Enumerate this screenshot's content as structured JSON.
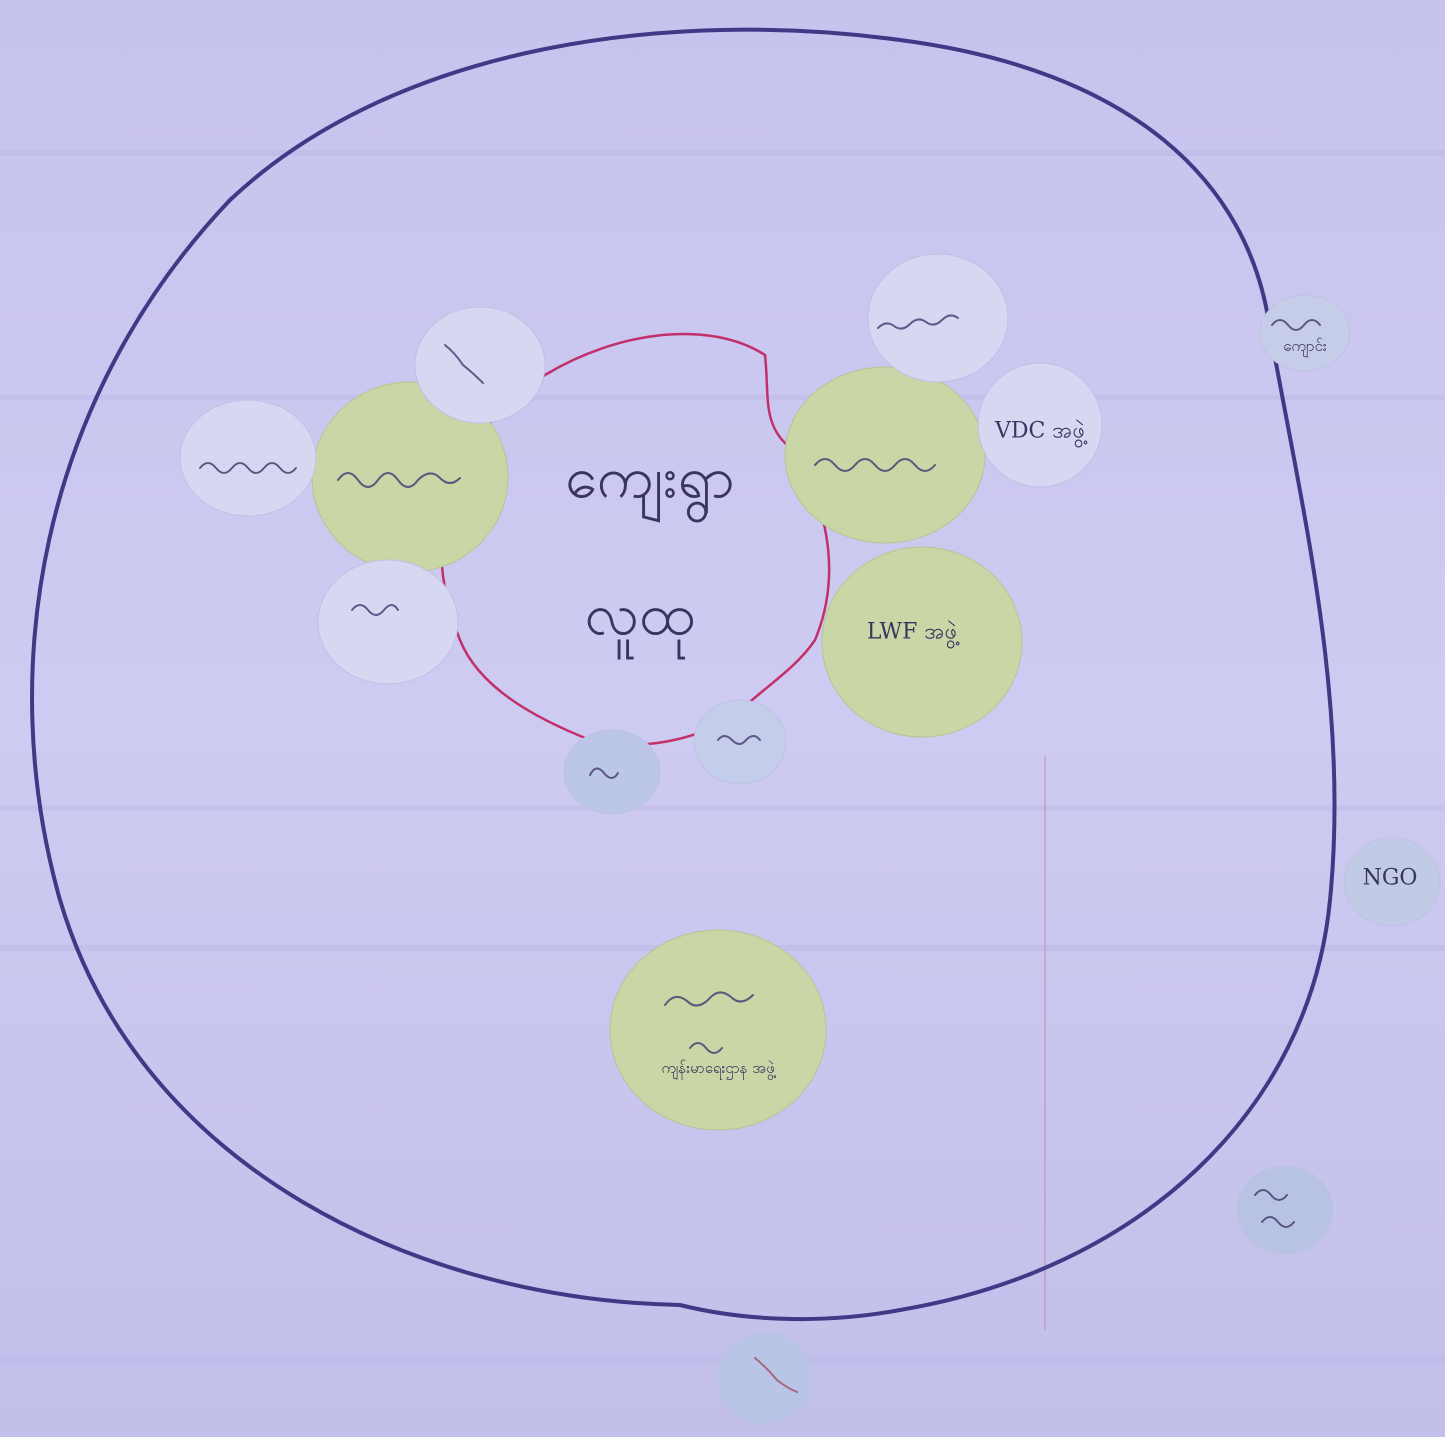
{
  "paper_color": "#c9c6ef",
  "outer_ring_color": "#3e3a86",
  "inner_ring_color": "#c2306a",
  "green_disc_color": "#c9d6a6",
  "blue_disc_color": "#cfd2ee",
  "labels": {
    "center_line1": "ကျေးရွာ",
    "center_line2": "လူထု",
    "vdc": "VDC အဖွဲ့",
    "lwf": "LWF အဖွဲ့",
    "ngo": "NGO",
    "school": "ကျောင်း",
    "middle_bottom": "ကျန်းမာရေးဌာန အဖွဲ့"
  }
}
